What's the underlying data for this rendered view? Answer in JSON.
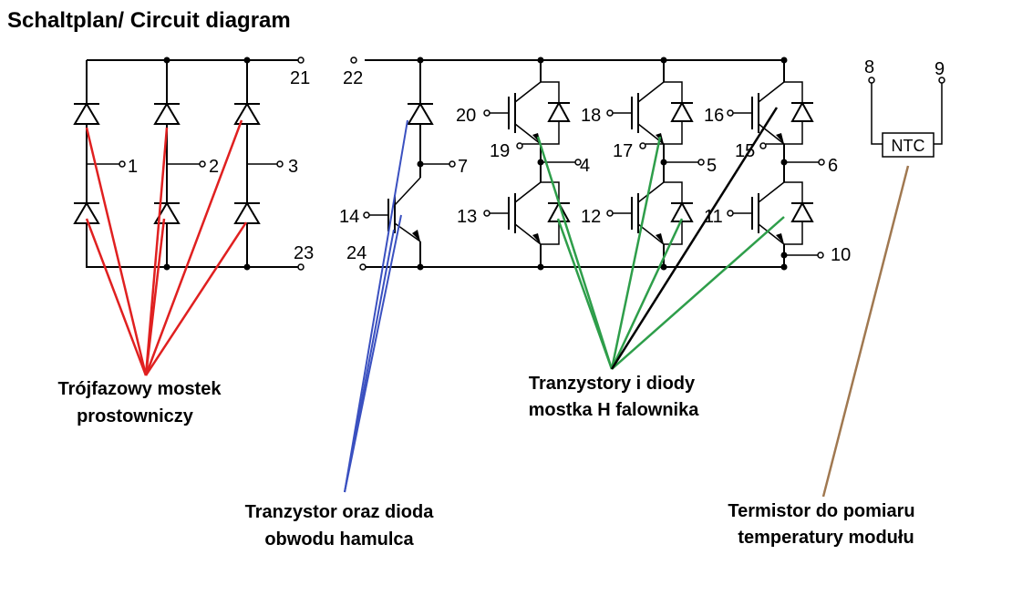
{
  "title": "Schaltplan/ Circuit diagram",
  "terminals": {
    "t1": "1",
    "t2": "2",
    "t3": "3",
    "t4": "4",
    "t5": "5",
    "t6": "6",
    "t7": "7",
    "t8": "8",
    "t9": "9",
    "t10": "10",
    "t11": "11",
    "t12": "12",
    "t13": "13",
    "t14": "14",
    "t15": "15",
    "t16": "16",
    "t17": "17",
    "t18": "18",
    "t19": "19",
    "t20": "20",
    "t21": "21",
    "t22": "22",
    "t23": "23",
    "t24": "24"
  },
  "ntc_label": "NTC",
  "annotations": {
    "rectifier": [
      "Trójfazowy mostek",
      "prostowniczy"
    ],
    "inverter": [
      "Tranzystory i diody",
      "mostka H falownika"
    ],
    "brake": [
      "Tranzystor oraz dioda",
      "obwodu hamulca"
    ],
    "thermistor": [
      "Termistor do pomiaru",
      "temperatury modułu"
    ]
  },
  "colors": {
    "rectifier_pointer": "#e02020",
    "inverter_pointer": "#2e9e4a",
    "inverter_pointer_alt": "#000000",
    "brake_pointer": "#3a50c0",
    "thermistor_pointer": "#a07850"
  }
}
